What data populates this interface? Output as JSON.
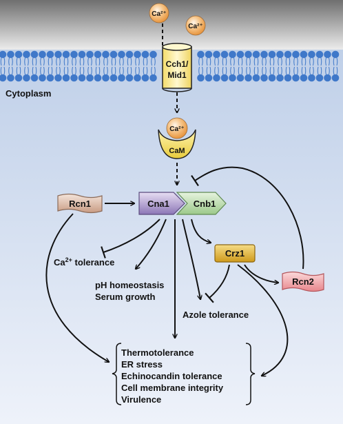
{
  "ions": {
    "ca_a": "Ca²⁺",
    "ca_b": "Ca²⁺",
    "ca_cam": "Ca²⁺"
  },
  "channel": {
    "line1": "Cch1/",
    "line2": "Mid1"
  },
  "compartment": {
    "cytoplasm": "Cytoplasm"
  },
  "calmodulin": {
    "label": "CaM"
  },
  "nodes": {
    "rcn1": "Rcn1",
    "cna1": "Cna1",
    "cnb1": "Cnb1",
    "crz1": "Crz1",
    "rcn2": "Rcn2"
  },
  "outcomes": {
    "ca_tolerance_ca": "Ca",
    "ca_tolerance_sup": "2+",
    "ca_tolerance_rest": " tolerance",
    "ph_homeostasis": "pH homeostasis",
    "serum_growth": "Serum growth",
    "azole_tolerance": "Azole tolerance"
  },
  "bracket_items": [
    "Thermotolerance",
    "ER stress",
    "Echinocandin tolerance",
    "Cell membrane integrity",
    "Virulence"
  ],
  "colors": {
    "background_top": "#b9cbe6",
    "background_bottom": "#eef2fa",
    "extracellular_top": "#6f6f6f",
    "extracellular_bottom": "#ececec",
    "membrane_head": "#3f78c9",
    "ion": "#f1a24a",
    "channel": "#f8e99a",
    "cam": "#f4e070",
    "rcn1": "#d9b8a4",
    "cna1": "#9b87c1",
    "cnb1": "#b6d8a8",
    "crz1": "#e0b32e",
    "rcn2": "#ef9aa0"
  }
}
